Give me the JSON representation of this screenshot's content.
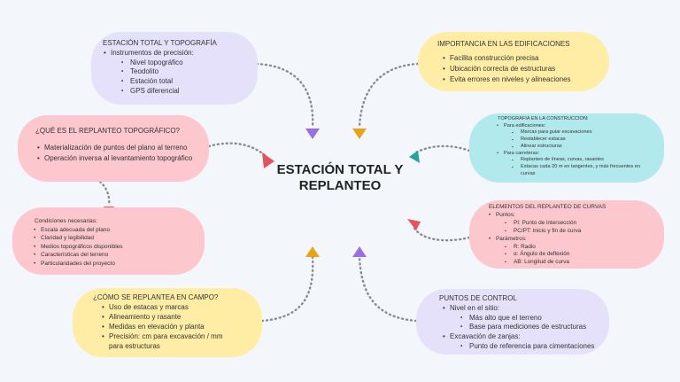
{
  "center": {
    "title": "ESTACIÓN TOTAL Y REPLANTEO"
  },
  "nodes": {
    "estacion": {
      "title": "ESTACIÓN TOTAL Y TOPOGRAFÍA",
      "item": "Instrumentos de precisión:",
      "subitems": [
        "Nivel topográfico",
        "Teodolito",
        "Estación total",
        "GPS diferencial"
      ]
    },
    "importancia": {
      "title": "IMPORTANCIA EN LAS EDIFICACIONES",
      "items": [
        "Facilita construcción precisa",
        "Ubicación correcta de estructuras",
        "Evita errores en niveles y alineaciones"
      ]
    },
    "que_es": {
      "title": "¿QUÉ ES EL REPLANTEO TOPOGRÁFICO?",
      "items": [
        "Materialización de puntos del plano al terreno",
        "Operación inversa al levantamiento topográfico"
      ]
    },
    "topo_construccion": {
      "title": "TOPOGRAFIA EN LA CONSTRUCCION:",
      "item1": "Para edificaciones:",
      "sub1": [
        "Marcas para guiar excavaciones",
        "Restablecer estacas",
        "Alinear estructuras"
      ],
      "item2": "Para carreteras:",
      "sub2": [
        "Replanteo de líneas, curvas, rasantes",
        "Estacas cada 20 m en tangentes, y más frecuentes en curvas"
      ]
    },
    "condiciones": {
      "title": "Condiciones necesarias:",
      "items": [
        "Escala adecuada del plano",
        "Claridad y legibilidad",
        "Medios topográficos disponibles",
        "Características del terreno",
        "Particularidades del proyecto"
      ]
    },
    "elementos": {
      "title": "ELEMENTOS DEL REPLANTEO DE CURVAS",
      "item1": "Puntos:",
      "sub1": [
        "PI: Punto de intersección",
        "PC/PT: Inicio y fin de curva"
      ],
      "item2": "Parámetros:",
      "sub2": [
        "R: Radio",
        "α: Ángulo de deflexión",
        "AB: Longitud de curva"
      ]
    },
    "como": {
      "title": "¿CÓMO SE REPLANTEA EN CAMPO?",
      "items": [
        "Uso de estacas y marcas",
        "Alineamiento y rasante",
        "Medidas en elevación y planta",
        "Precisión: cm para excavación / mm para estructuras"
      ]
    },
    "puntos": {
      "title": "PUNTOS DE CONTROL",
      "item1": "Nivel en el sitio:",
      "sub1": [
        "Más alto que el terreno",
        "Base para mediciones de estructuras"
      ],
      "item2": "Excavación de zanjas:",
      "sub2": [
        "Punto de referencia para cimentaciones"
      ]
    }
  },
  "colors": {
    "lavender": "#e6e1fb",
    "yellow": "#ffeda6",
    "pink": "#fcc7cd",
    "cyan": "#b2e9ec",
    "connector": "#8a8a8a",
    "arrow_purple": "#9b6fe0",
    "arrow_yellow": "#e8a317",
    "arrow_red": "#e4545c",
    "arrow_teal": "#22a59c"
  }
}
